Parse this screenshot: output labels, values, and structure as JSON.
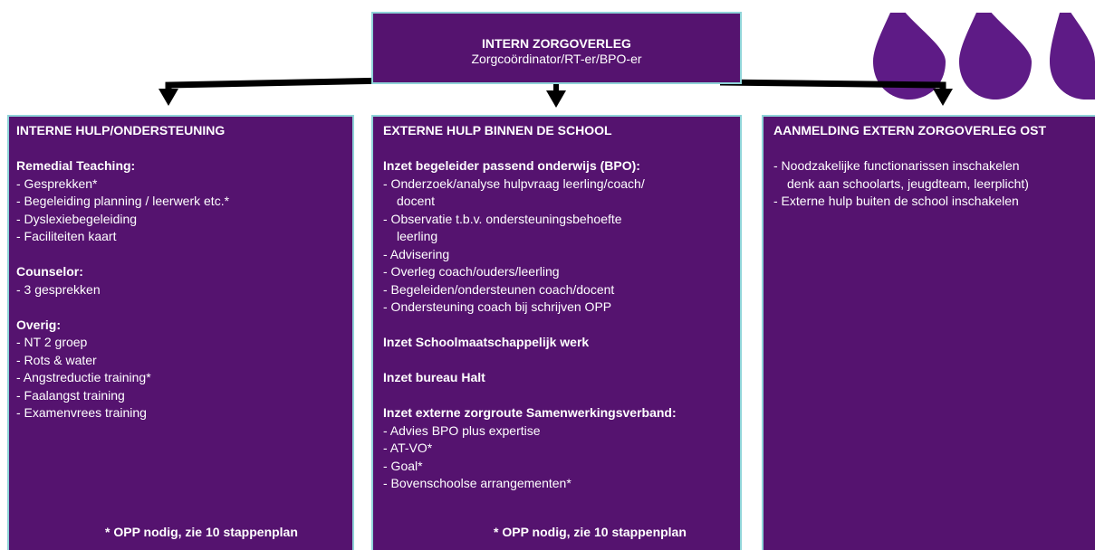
{
  "colors": {
    "box_fill": "#55136f",
    "box_border": "#8fd3d8",
    "connector": "#000000",
    "drop_fill": "#5e1b86"
  },
  "top_box": {
    "title": "INTERN ZORGOVERLEG",
    "subtitle": "Zorgcoördinator/RT-er/BPO-er"
  },
  "left": {
    "title": "INTERNE HULP/ONDERSTEUNING",
    "sections": [
      {
        "title": "Remedial Teaching:",
        "items": [
          "- Gesprekken*",
          "- Begeleiding planning / leerwerk etc.*",
          "- Dyslexiebegeleiding",
          "- Faciliteiten kaart"
        ]
      },
      {
        "title": "Counselor:",
        "items": [
          "- 3 gesprekken"
        ]
      },
      {
        "title": "Overig:",
        "items": [
          "- NT 2 groep",
          "- Rots & water",
          "- Angstreductie training*",
          "- Faalangst training",
          "- Examenvrees training"
        ]
      }
    ],
    "footnote": "*  OPP nodig, zie 10 stappenplan"
  },
  "middle": {
    "title": "EXTERNE HULP BINNEN DE SCHOOL",
    "bpo_title": "Inzet begeleider passend onderwijs (BPO):",
    "bpo_items": [
      "- Onderzoek/analyse hulpvraag leerling/coach/",
      "docent",
      "- Observatie t.b.v. ondersteuningsbehoefte",
      "leerling",
      "- Advisering",
      "- Overleg coach/ouders/leerling",
      "- Begeleiden/ondersteunen coach/docent",
      "- Ondersteuning coach bij schrijven OPP"
    ],
    "smw_title": "Inzet Schoolmaatschappelijk werk",
    "halt_title": "Inzet bureau Halt",
    "swv_title": "Inzet externe zorgroute Samenwerkingsverband:",
    "swv_items": [
      "- Advies BPO plus expertise",
      "- AT-VO*",
      "- Goal*",
      "- Bovenschoolse arrangementen*"
    ],
    "footnote": "*  OPP nodig, zie 10 stappenplan"
  },
  "right": {
    "title": "AANMELDING EXTERN ZORGOVERLEG OST",
    "items": [
      "- Noodzakelijke functionarissen inschakelen",
      "denk aan schoolarts, jeugdteam, leerplicht)",
      "- Externe hulp buiten de school inschakelen"
    ]
  }
}
